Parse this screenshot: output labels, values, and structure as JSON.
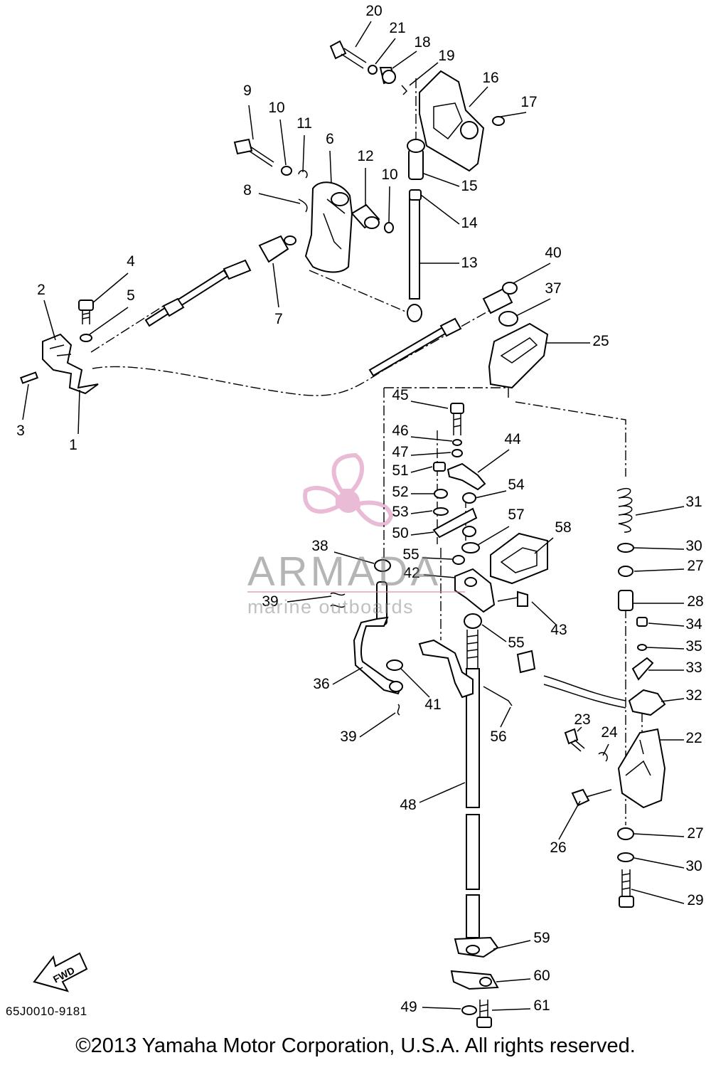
{
  "diagram": {
    "drawing_code": "65J0010-9181",
    "copyright": "©2013 Yamaha Motor Corporation, U.S.A. All rights reserved.",
    "fwd_arrow": "FWD",
    "callouts": [
      "1",
      "2",
      "3",
      "4",
      "5",
      "6",
      "7",
      "8",
      "9",
      "10",
      "10",
      "11",
      "12",
      "13",
      "14",
      "15",
      "16",
      "17",
      "18",
      "19",
      "20",
      "21",
      "22",
      "23",
      "24",
      "25",
      "26",
      "27",
      "27",
      "28",
      "29",
      "30",
      "30",
      "31",
      "32",
      "33",
      "34",
      "35",
      "36",
      "37",
      "38",
      "39",
      "39",
      "40",
      "41",
      "42",
      "43",
      "44",
      "45",
      "46",
      "47",
      "48",
      "49",
      "50",
      "51",
      "52",
      "53",
      "54",
      "55",
      "55",
      "56",
      "57",
      "58",
      "59",
      "60",
      "61"
    ]
  },
  "watermark": {
    "brand": "ARMADA",
    "subtitle": "marine outboards",
    "logo_icon": "propeller-icon",
    "logo_color": "#e3a5c7"
  }
}
